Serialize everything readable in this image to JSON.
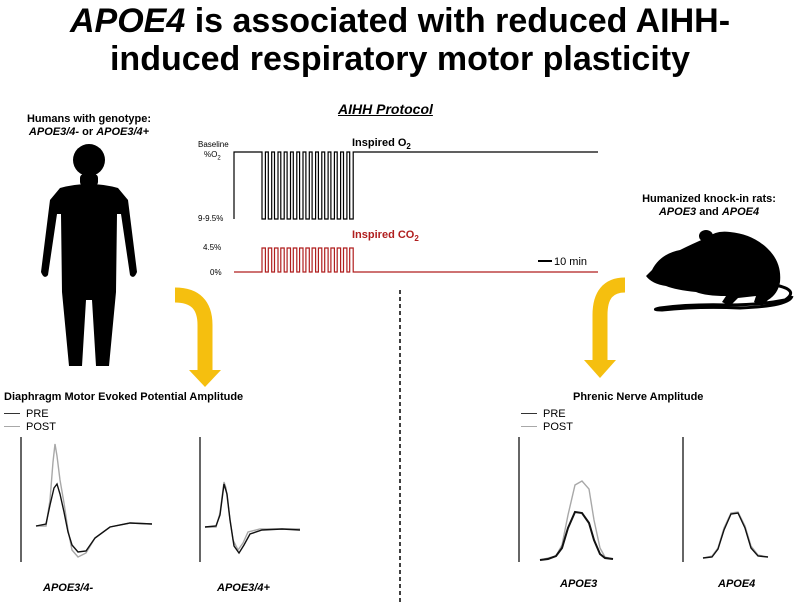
{
  "title": {
    "emph": "APOE4",
    "line1_rest": " is associated with reduced AIHH-",
    "line2": "induced respiratory motor plasticity"
  },
  "humans": {
    "label_line1": "Humans with genotype:",
    "geno_a": "APOE3/4-",
    "joiner": " or ",
    "geno_b": "APOE3/4+"
  },
  "rats": {
    "label_line1": "Humanized knock-in rats:",
    "geno_a": "APOE3",
    "joiner": " and ",
    "geno_b": "APOE4"
  },
  "protocol": {
    "title": "AIHH Protocol",
    "o2": {
      "label": "Inspired O",
      "label_sub": "2",
      "top_tick_line1": "Baseline",
      "top_tick_line2": "%O",
      "top_tick_line2_sub": "2",
      "bottom_tick": "9-9.5%"
    },
    "co2": {
      "label": "Inspired CO",
      "label_sub": "2",
      "top_tick": "4.5%",
      "bottom_tick": "0%"
    },
    "scale_bar": "10 min",
    "cycles": 15,
    "colors": {
      "o2": "#000000",
      "co2": "#b01e1e"
    }
  },
  "human_panel": {
    "title": "Diaphragm Motor Evoked Potential Amplitude",
    "legend": [
      {
        "label": "PRE",
        "color": "#333333"
      },
      {
        "label": "POST",
        "color": "#a8a8a8"
      }
    ],
    "trace_labels": [
      "APOE3/4-",
      "APOE3/4+"
    ]
  },
  "rat_panel": {
    "title": "Phrenic Nerve Amplitude",
    "legend": [
      {
        "label": "PRE",
        "color": "#333333"
      },
      {
        "label": "POST",
        "color": "#a8a8a8"
      }
    ],
    "trace_labels": [
      "APOE3",
      "APOE4"
    ]
  },
  "colors": {
    "arrow": "#f5bf0f",
    "pre": "#111111",
    "post": "#a8a8a8"
  },
  "icons": {
    "human": "human-silhouette-icon",
    "rat": "rat-silhouette-icon",
    "arrow": "curved-arrow-icon"
  }
}
